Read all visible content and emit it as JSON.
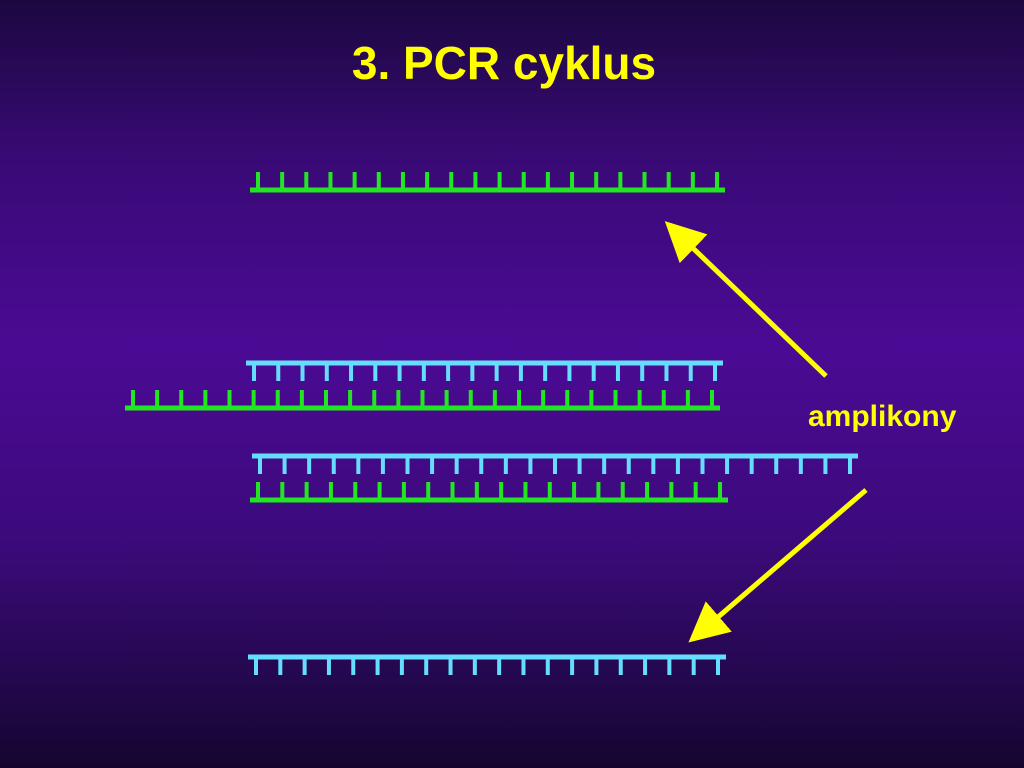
{
  "slide": {
    "title": "3. PCR cyklus",
    "label": "amplikony"
  },
  "colors": {
    "title": "#ffff00",
    "label": "#ffff00",
    "arrow": "#ffff00",
    "strand_green": "#22e622",
    "strand_cyan": "#66ddff"
  },
  "diagram": {
    "strands": [
      {
        "name": "top-green-strand",
        "color": "green",
        "orientation": "up",
        "teeth": 20
      },
      {
        "name": "middle-cyan-strand-1",
        "color": "cyan",
        "orientation": "down",
        "teeth": 20
      },
      {
        "name": "middle-green-strand-1",
        "color": "green",
        "orientation": "up",
        "teeth": 25
      },
      {
        "name": "middle-cyan-strand-2",
        "color": "cyan",
        "orientation": "down",
        "teeth": 25
      },
      {
        "name": "middle-green-strand-2",
        "color": "green",
        "orientation": "up",
        "teeth": 20
      },
      {
        "name": "bottom-cyan-strand",
        "color": "cyan",
        "orientation": "down",
        "teeth": 20
      }
    ],
    "arrows": [
      {
        "name": "arrow-to-top-strand"
      },
      {
        "name": "arrow-to-bottom-strand"
      }
    ]
  }
}
